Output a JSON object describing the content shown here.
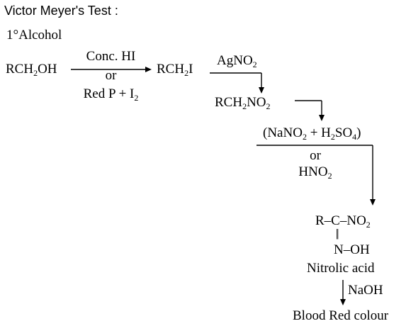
{
  "title": "Victor Meyer's Test :",
  "section": "1°Alcohol",
  "step1": {
    "reactant": {
      "pre": "RCH",
      "sub": "2",
      "post": "OH"
    },
    "reagent_top": "Conc. HI",
    "or": "or",
    "reagent_bottom": {
      "pre": "Red P + I",
      "sub": "2"
    },
    "product": {
      "pre": "RCH",
      "sub": "2",
      "post": "I"
    }
  },
  "step2": {
    "reagent": {
      "pre": "AgNO",
      "sub": "2"
    },
    "product": {
      "pre": "RCH",
      "sub1": "2",
      "mid": "NO",
      "sub2": "2"
    }
  },
  "step3": {
    "reagent_top": {
      "a": "(NaNO",
      "s1": "2",
      "b": " + H",
      "s2": "2",
      "c": "SO",
      "s3": "4",
      "d": ")"
    },
    "or": "or",
    "reagent_bottom": {
      "pre": "HNO",
      "sub": "2"
    }
  },
  "nitrolic": {
    "row1": {
      "pre": "R–C–NO",
      "sub": "2"
    },
    "double_bond": "||",
    "row2": "N–OH",
    "name": "Nitrolic acid"
  },
  "step4": {
    "reagent": "NaOH"
  },
  "result": "Blood Red colour",
  "colors": {
    "ink": "#000000",
    "background": "#ffffff"
  }
}
